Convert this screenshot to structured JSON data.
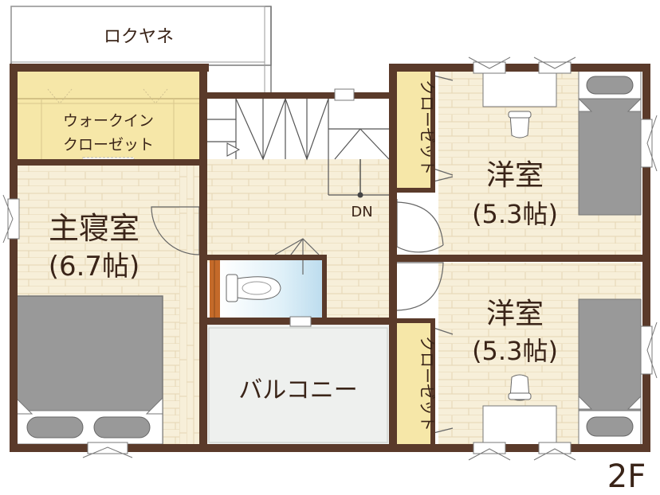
{
  "floor_label": "2F",
  "rooms": {
    "roof_terrace": "ロクヤネ",
    "walkin_line1": "ウォークイン",
    "walkin_line2": "クローゼット",
    "master_name": "主寝室",
    "master_size": "(6.7帖)",
    "western_top_name": "洋室",
    "western_top_size": "(5.3帖)",
    "western_bottom_name": "洋室",
    "western_bottom_size": "(5.3帖)",
    "closet_top": "クローゼット",
    "closet_bottom": "クローゼット",
    "balcony": "バルコニー",
    "stair_mark": "DN"
  },
  "colors": {
    "wall": "#5a3a2a",
    "floor": "#f7efd9",
    "closet": "#f6e7a8",
    "furniture": "#9a9a9a",
    "balcony": "#eef0ee",
    "toilet_floor": "#dff0f8",
    "toilet_door": "#c46a2a"
  }
}
